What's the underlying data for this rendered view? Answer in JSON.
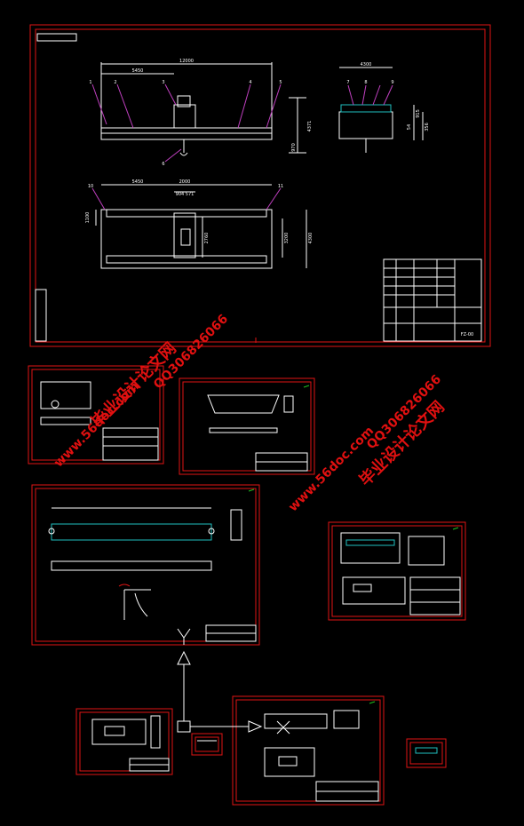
{
  "colors": {
    "background": "#000000",
    "frame": "#e01414",
    "line": "#ffffff",
    "magenta": "#c040c0",
    "cyan": "#20c0c0",
    "green": "#20c020",
    "watermark": "#e01010"
  },
  "main_drawing": {
    "dims": {
      "overall_span": "12000",
      "left_span": "5450",
      "right_width": "4300",
      "height": "4371",
      "top_left_width": "5450",
      "top_mid_width": "2000",
      "top_mid_parts": "904 571",
      "side_left": "1100",
      "side_mid": "2760",
      "side_right_a": "3200",
      "side_right_b": "4300",
      "small_1": "54",
      "small_2": "356",
      "small_3": "915",
      "small_4": "970"
    },
    "balloons": [
      "1",
      "2",
      "3",
      "4",
      "5",
      "6",
      "7",
      "8",
      "9",
      "10",
      "11"
    ],
    "title_block": {
      "drawing_no": "FZ-00"
    }
  },
  "watermark": {
    "site_name": "毕业设计论文网",
    "url": "www.56doc.com",
    "qq": "QQ306826066"
  }
}
